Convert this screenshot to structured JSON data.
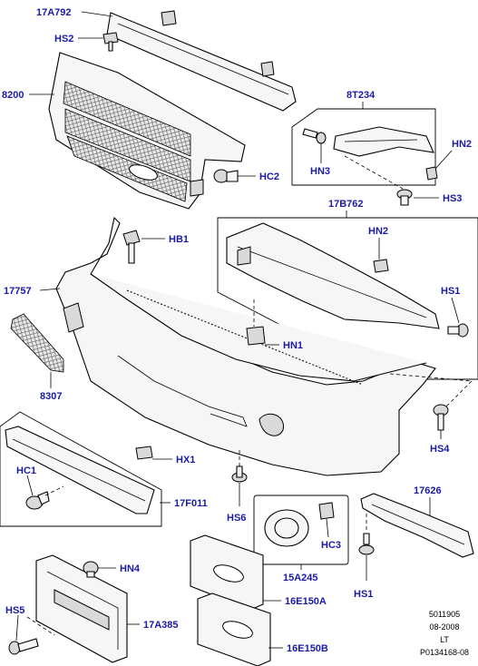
{
  "labels": {
    "l17A792": "17A792",
    "hs2_top": "HS2",
    "l8200": "8200",
    "hc2": "HC2",
    "l8T234": "8T234",
    "hn2_top": "HN2",
    "hn3": "HN3",
    "hs3": "HS3",
    "l17B762": "17B762",
    "hb1": "HB1",
    "hn2_mid": "HN2",
    "l17757": "17757",
    "hs1_mid": "HS1",
    "hn1": "HN1",
    "l8307": "8307",
    "hs4": "HS4",
    "hx1": "HX1",
    "hc1": "HC1",
    "l17F011": "17F011",
    "hs6": "HS6",
    "l17626": "17626",
    "hc3": "HC3",
    "l15A245": "15A245",
    "hs1_bot": "HS1",
    "hn4": "HN4",
    "l16E150A": "16E150A",
    "hs5": "HS5",
    "l17A385": "17A385",
    "l16E150B": "16E150B"
  },
  "footer": {
    "code": "5011905",
    "date": "08-2008",
    "market": "LT",
    "ref": "P0134168-08"
  }
}
